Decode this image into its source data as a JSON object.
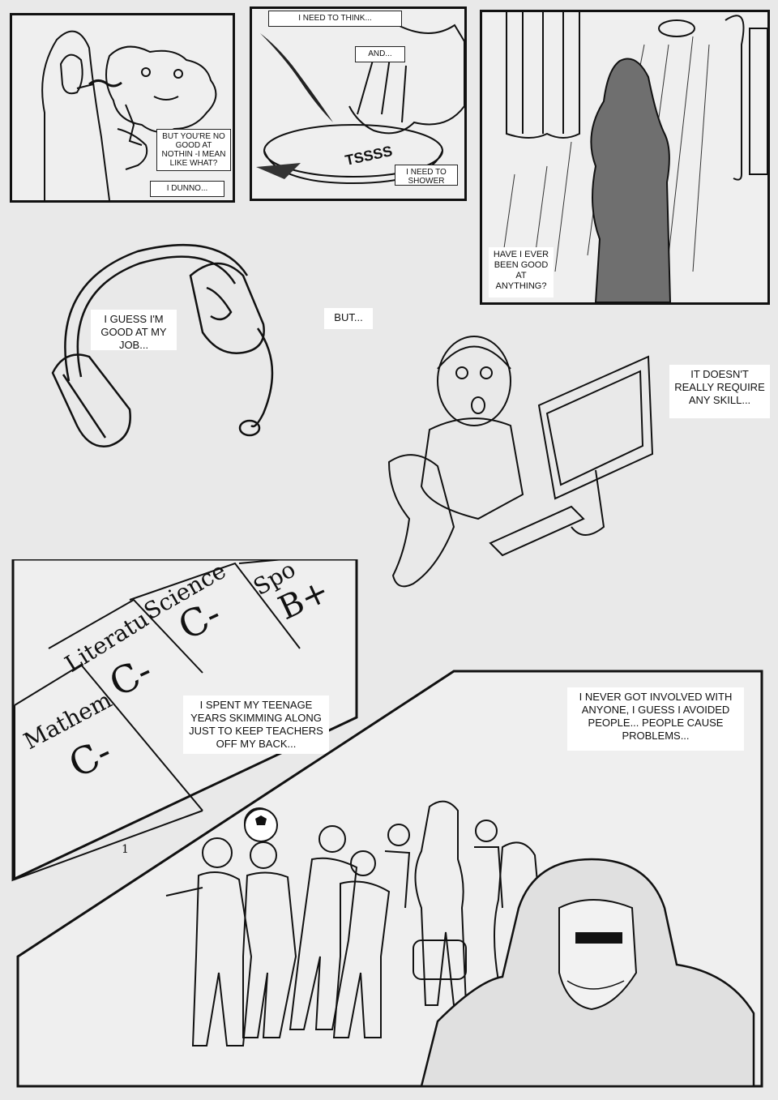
{
  "page": {
    "background": "#e9e9e9",
    "ink": "#111111",
    "shadow_tone": "#6f6f6f"
  },
  "panel1": {
    "caption_a": "BUT YOU'RE NO GOOD AT NOTHIN -I MEAN LIKE WHAT?",
    "caption_b": "I DUNNO..."
  },
  "panel2": {
    "caption_a": "I NEED TO THINK...",
    "caption_b": "AND...",
    "caption_c": "I NEED TO SHOWER",
    "sfx": "TSSSS"
  },
  "panel3": {
    "caption_a": "HAVE I EVER BEEN GOOD AT ANYTHING?"
  },
  "panel4": {
    "caption_a": "I GUESS I'M GOOD AT MY JOB...",
    "caption_b": "BUT...",
    "caption_c": "IT DOESN'T REALLY REQUIRE ANY SKILL..."
  },
  "panel5": {
    "tabs": [
      {
        "subject": "Mathem",
        "grade": "C-"
      },
      {
        "subject": "Literatu",
        "grade": "C-"
      },
      {
        "subject": "Science",
        "grade": "C-"
      },
      {
        "subject": "Spo",
        "grade": "B+"
      }
    ],
    "page_number": "1",
    "caption_a": "I SPENT MY TEENAGE YEARS SKIMMING ALONG JUST TO KEEP TEACHERS OFF MY BACK..."
  },
  "panel6": {
    "caption_a": "I NEVER GOT INVOLVED WITH ANYONE, I GUESS I AVOIDED PEOPLE... PEOPLE CAUSE PROBLEMS..."
  }
}
